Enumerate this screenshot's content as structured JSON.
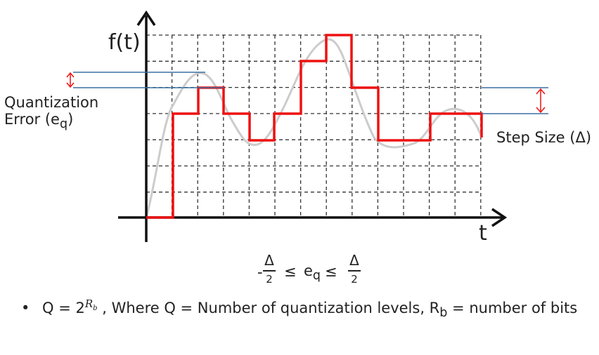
{
  "labels": {
    "y_axis": "f(t)",
    "x_axis": "t",
    "quantization_error_line1": "Quantization",
    "quantization_error_line2": "Error (e",
    "quantization_error_sub": "q",
    "quantization_error_close": ")",
    "step_size": "Step Size (Δ)"
  },
  "inequality": {
    "minus": "-",
    "lower_num": "Δ",
    "lower_den": "2",
    "le1": "≤",
    "var": "e",
    "var_sub": "q",
    "le2": "≤",
    "upper_num": "Δ",
    "upper_den": "2"
  },
  "bullet": {
    "dot": "•",
    "q_eq": "Q = 2",
    "exp_base": "R",
    "exp_sub": "b",
    "where": " ,  Where   Q = Number of quantization levels,  R",
    "rb_sub": "b",
    "rest": " = number of bits"
  },
  "colors": {
    "grid": "#333333",
    "axis": "#111111",
    "quantized": "#ee1111",
    "analog": "#cccccc",
    "marker_line": "#3a6ea5",
    "marker_arrow": "#ee1111"
  }
}
